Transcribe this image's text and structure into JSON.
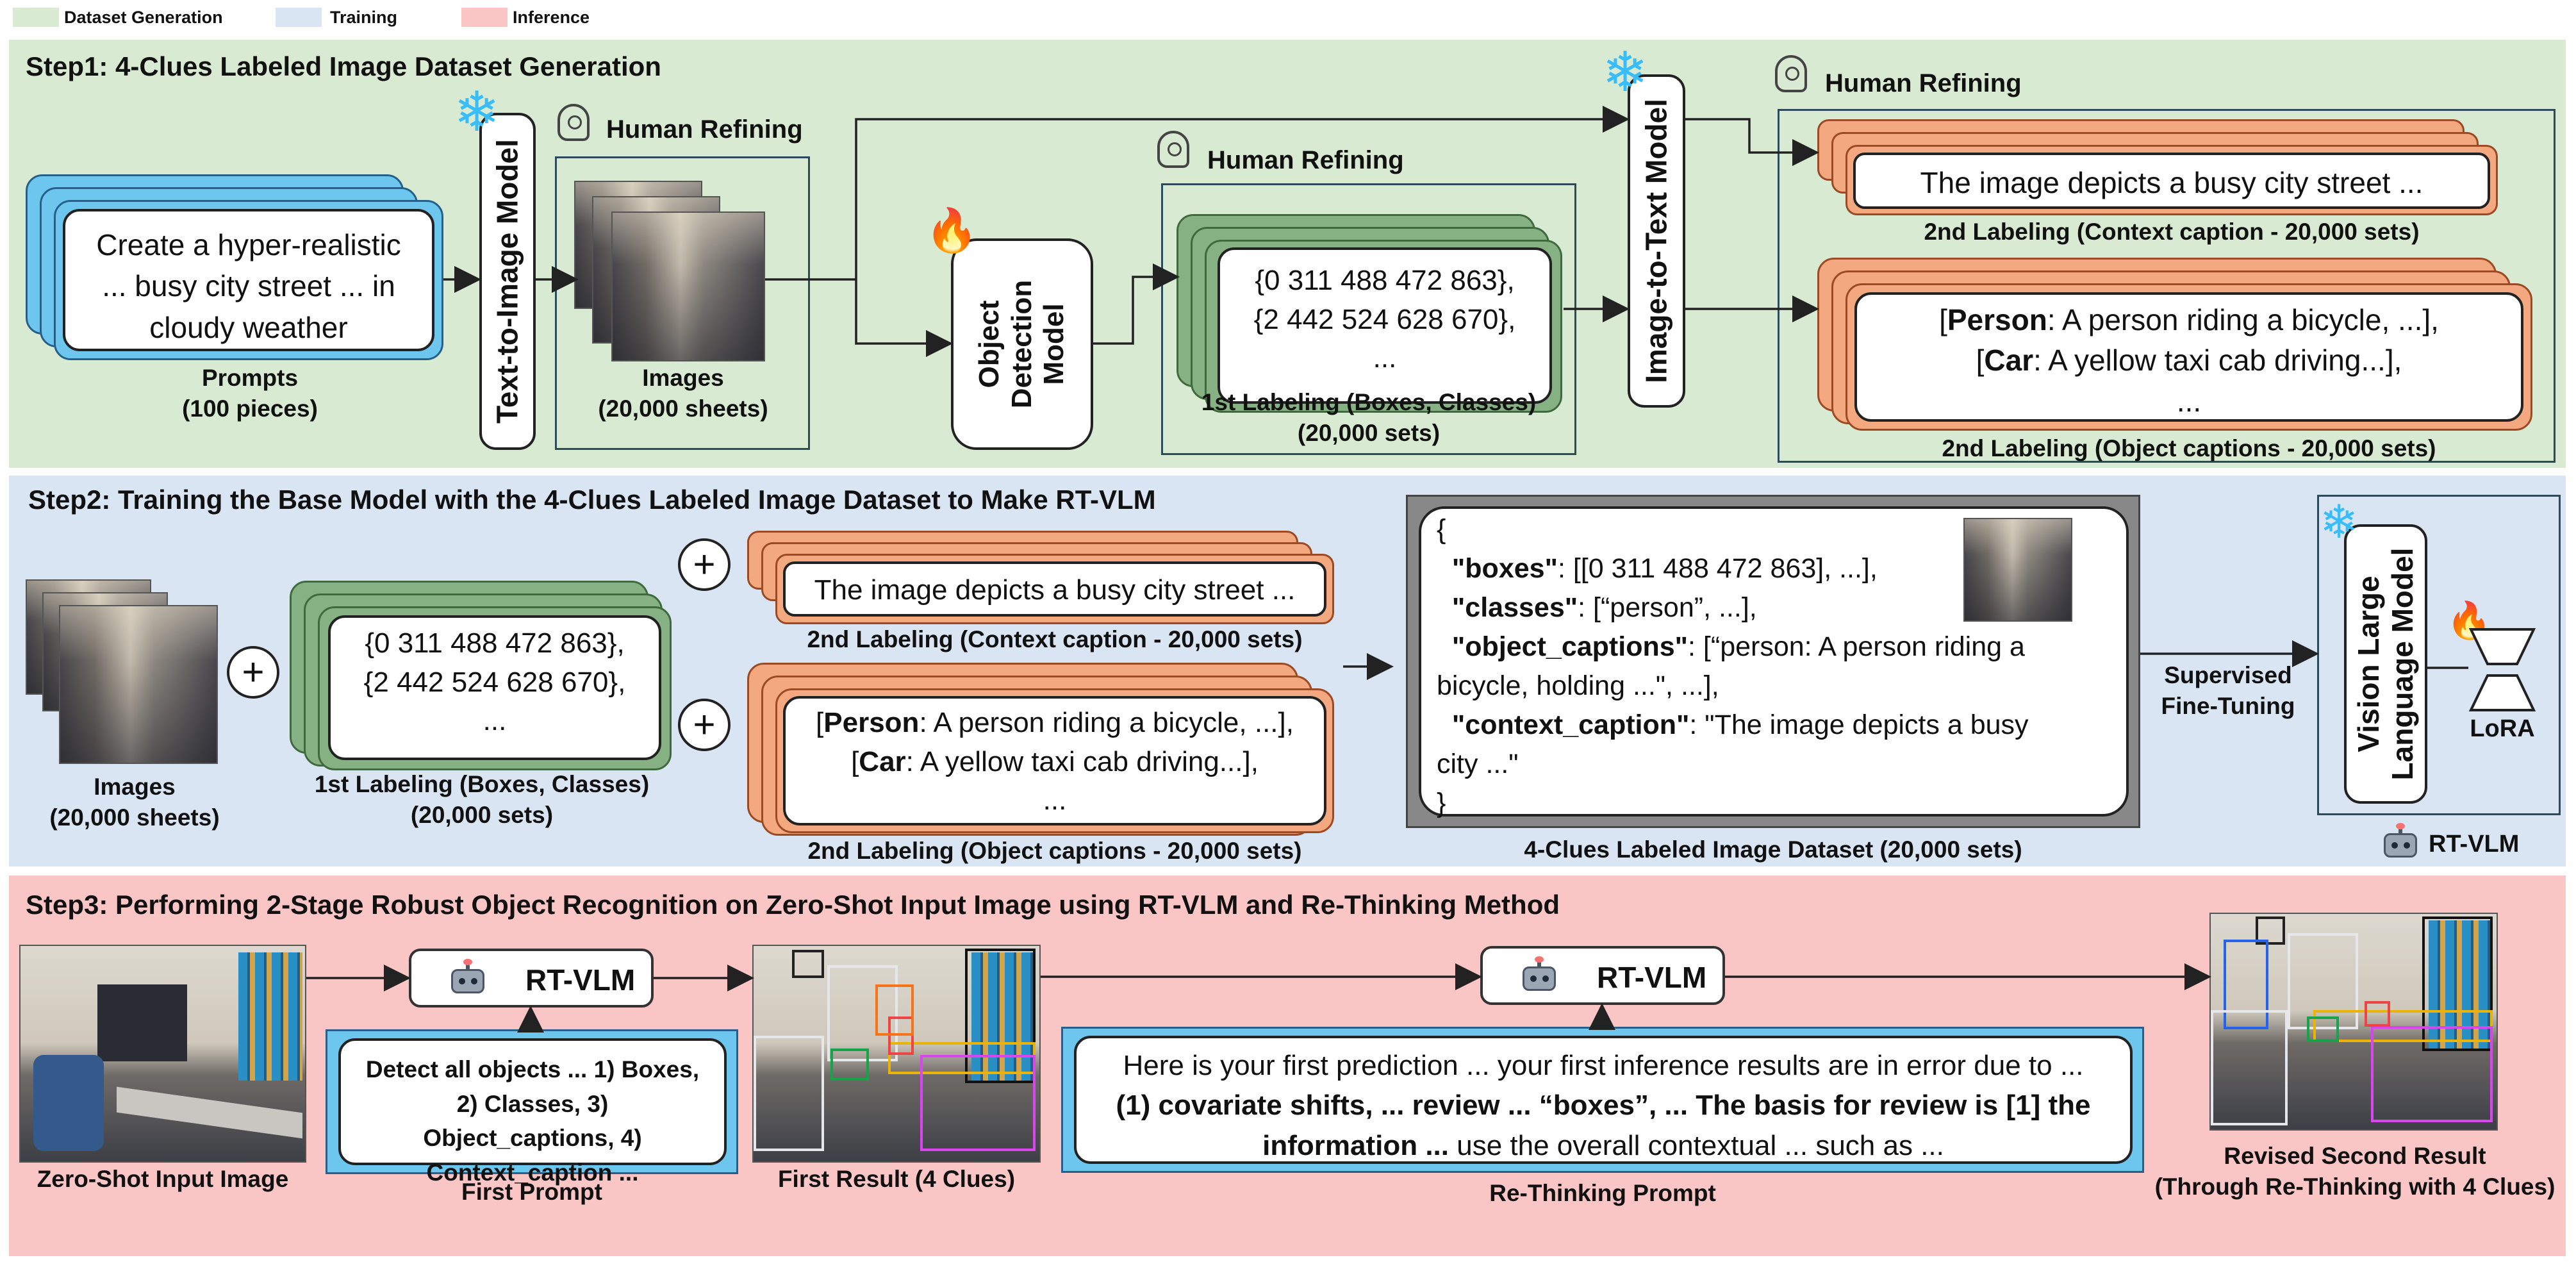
{
  "legend": [
    {
      "label": "Dataset Generation",
      "color": "#d9ead3"
    },
    {
      "label": "Training",
      "color": "#dae5f3"
    },
    {
      "label": "Inference",
      "color": "#f9c5c5"
    }
  ],
  "step1": {
    "title": "Step1: 4-Clues Labeled Image Dataset Generation",
    "prompt_text": "Create a hyper-realistic ... busy city street ... in cloudy weather",
    "prompts_caption_1": "Prompts",
    "prompts_caption_2": "(100 pieces)",
    "t2i_model": "Text-to-Image Model",
    "human_refining": "Human Refining",
    "images_caption_1": "Images",
    "images_caption_2": "(20,000 sheets)",
    "od_model": "Object Detection Model",
    "boxes_line1": "{0 311 488 472 863},",
    "boxes_line2": "{2 442 524 628 670},",
    "boxes_line3": "...",
    "first_label_caption_1": "1st Labeling (Boxes, Classes)",
    "first_label_caption_2": "(20,000 sets)",
    "i2t_model": "Image-to-Text Model",
    "context_text": "The image depicts a busy city street ...",
    "context_caption": "2nd Labeling (Context caption - 20,000 sets)",
    "obj_line1_key": "Person",
    "obj_line1_rest": ": A person riding a bicycle, ...],",
    "obj_line2_key": "Car",
    "obj_line2_rest": ": A yellow taxi cab driving...],",
    "obj_line3": "...",
    "obj_caption": "2nd Labeling (Object captions - 20,000 sets)"
  },
  "step2": {
    "title": "Step2: Training the Base Model with the 4-Clues Labeled Image Dataset to Make RT-VLM",
    "images_caption_1": "Images",
    "images_caption_2": "(20,000 sheets)",
    "first_label_caption_1": "1st Labeling (Boxes, Classes)",
    "first_label_caption_2": "(20,000 sets)",
    "context_caption": "2nd Labeling (Context caption - 20,000 sets)",
    "obj_caption": "2nd Labeling (Object captions - 20,000 sets)",
    "json_open": "{",
    "json_boxes_key": "\"boxes\"",
    "json_boxes_val": ": [[0 311 488 472 863], ...],",
    "json_classes_key": "\"classes\"",
    "json_classes_val": ": [“person”, ...],",
    "json_objcap_key": "\"object_captions\"",
    "json_objcap_val": ": [“person: A person riding a",
    "json_objcap_val2": "bicycle, holding ...\", ...],",
    "json_ctx_key": "\"context_caption\"",
    "json_ctx_val": ": \"The image depicts a busy",
    "json_ctx_val2": "city ...\"",
    "json_close": "}",
    "dataset_caption": "4-Clues Labeled Image Dataset (20,000 sets)",
    "sft_label": "Supervised Fine-Tuning",
    "vlm_label": "Vision Large Language Model",
    "lora_label": "LoRA",
    "rtvlm_label": "RT-VLM"
  },
  "step3": {
    "title": "Step3: Performing 2-Stage Robust Object Recognition on Zero-Shot Input Image using RT-VLM and Re-Thinking Method",
    "input_caption": "Zero-Shot Input Image",
    "rtvlm_1": "RT-VLM",
    "first_prompt_text": "Detect all objects ... 1) Boxes, 2) Classes, 3) Object_captions, 4) Context_caption ...",
    "first_prompt_caption": "First Prompt",
    "first_result_caption": "First Result (4 Clues)",
    "rtvlm_2": "RT-VLM",
    "rethink_line1": "Here is your first prediction ... your first inference results are in error due to ...",
    "rethink_line2": "(1) covariate shifts, ... review ... “boxes”, ... The basis for review is [1] the",
    "rethink_line3_bold": "information ...",
    "rethink_line3_rest": " use the overall contextual ... such as ...",
    "rethink_caption": "Re-Thinking Prompt",
    "revised_caption_1": "Revised Second Result",
    "revised_caption_2": "(Through Re-Thinking with 4 Clues)"
  },
  "colors": {
    "step1_bg": "#d9ead3",
    "step2_bg": "#dae5f3",
    "step3_bg": "#f9c5c5",
    "blue_card": "#6cc6ee",
    "green_card": "#86b283",
    "orange_card": "#f3a87f"
  },
  "icons": [
    "snowflake-icon",
    "fire-icon",
    "human-head-icon",
    "robot-icon",
    "plus-icon",
    "lora-icon"
  ]
}
